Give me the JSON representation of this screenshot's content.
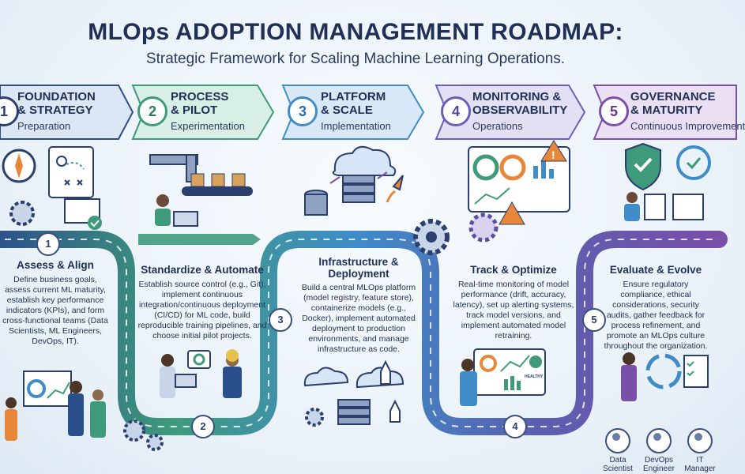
{
  "header": {
    "title": "MLOps ADOPTION MANAGEMENT ROADMAP:",
    "subtitle": "Strategic Framework for Scaling Machine Learning Operations."
  },
  "phases": [
    {
      "number": "1",
      "title_line1": "FOUNDATION",
      "title_line2": "& STRATEGY",
      "subtitle": "Preparation",
      "color": "#2b4f8a"
    },
    {
      "number": "2",
      "title_line1": "PROCESS",
      "title_line2": "& PILOT",
      "subtitle": "Experimentation",
      "color": "#3f9a7c"
    },
    {
      "number": "3",
      "title_line1": "PLATFORM",
      "title_line2": "& SCALE",
      "subtitle": "Implementation",
      "color": "#3f8cc8"
    },
    {
      "number": "4",
      "title_line1": "MONITORING &",
      "title_line2": "OBSERVABILITY",
      "subtitle": "Operations",
      "color": "#6a5fb8"
    },
    {
      "number": "5",
      "title_line1": "GOVERNANCE",
      "title_line2": "& MATURITY",
      "subtitle": "Continuous Improvement",
      "color": "#7a4fa8"
    }
  ],
  "stages": [
    {
      "heading": "Assess & Align",
      "body": "Define business goals, assess current ML maturity, establish key performance indicators (KPIs), and form cross-functional teams (Data Scientists, ML Engineers, DevOps, IT)."
    },
    {
      "heading": "Standardize & Automate",
      "body": "Establish source control (e.g., Git), implement continuous integration/continuous deployment (CI/CD) for ML code, build reproducible training pipelines, and choose initial pilot projects."
    },
    {
      "heading": "Infrastructure & Deployment",
      "body": "Build a central MLOps platform (model registry, feature store), containerize models (e.g., Docker), implement automated deployment to production environments, and manage infrastructure as code."
    },
    {
      "heading": "Track & Optimize",
      "body": "Real-time monitoring of model performance (drift, accuracy, latency), set up alerting systems, track model versions, and implement automated model retraining."
    },
    {
      "heading": "Evaluate & Evolve",
      "body": "Ensure regulatory compliance, ethical considerations, security audits, gather feedback for process refinement, and promote an MLOps culture throughout the organization."
    }
  ],
  "path_badges": [
    "1",
    "2",
    "3",
    "4",
    "5"
  ],
  "screen_labels": {
    "healthy": "HEALTHY"
  },
  "legend": [
    {
      "line1": "Data",
      "line2": "Scientist"
    },
    {
      "line1": "DevOps",
      "line2": "Engineer"
    },
    {
      "line1": "IT",
      "line2": "Manager"
    }
  ],
  "colors": {
    "navy": "#2b3f6e",
    "green": "#3f9a7c",
    "blue": "#3f8cc8",
    "purple": "#7a4fa8",
    "orange": "#e8873a"
  }
}
